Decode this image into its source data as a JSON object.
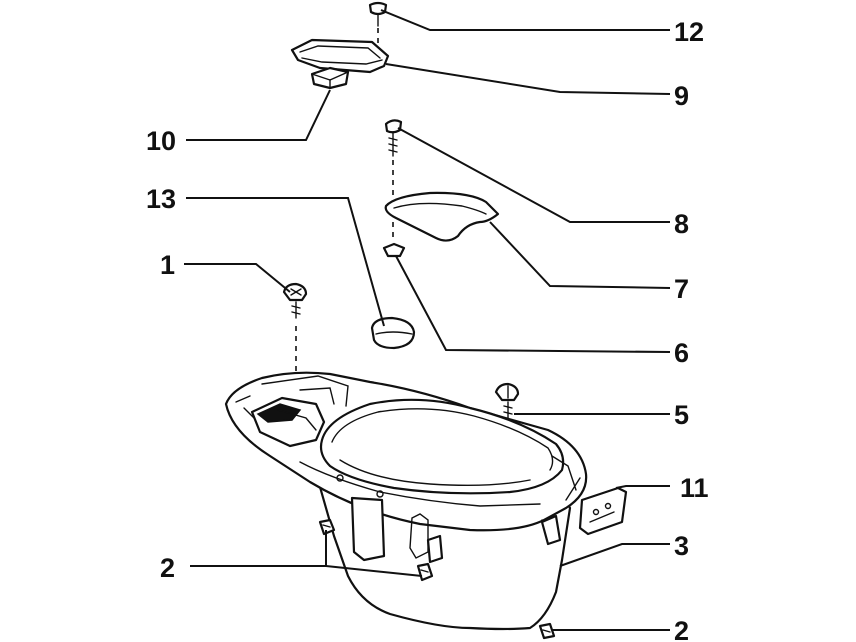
{
  "callouts": [
    {
      "id": "1",
      "label": "1"
    },
    {
      "id": "2a",
      "label": "2"
    },
    {
      "id": "2b",
      "label": "2"
    },
    {
      "id": "3",
      "label": "3"
    },
    {
      "id": "5",
      "label": "5"
    },
    {
      "id": "6",
      "label": "6"
    },
    {
      "id": "7",
      "label": "7"
    },
    {
      "id": "8",
      "label": "8"
    },
    {
      "id": "9",
      "label": "9"
    },
    {
      "id": "10",
      "label": "10"
    },
    {
      "id": "11",
      "label": "11"
    },
    {
      "id": "12",
      "label": "12"
    },
    {
      "id": "13",
      "label": "13"
    }
  ],
  "colors": {
    "ink": "#111111",
    "paper": "#ffffff"
  }
}
